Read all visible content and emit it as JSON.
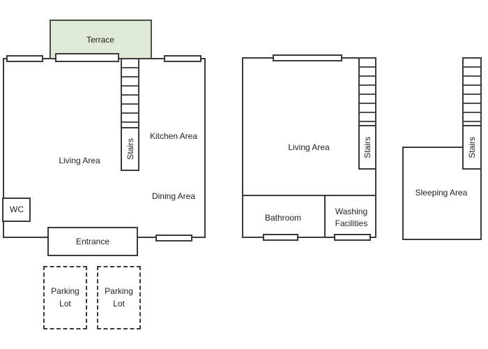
{
  "palette": {
    "background": "#ffffff",
    "wall": "#3a3a3a",
    "tread": "#4e4e4e",
    "terrace_fill": "#dfead8",
    "terrace_border": "#4a4f44",
    "text": "#1f1f1f"
  },
  "floors": {
    "ground": {
      "terrace": "Terrace",
      "living": "Living Area",
      "stairs": "Stairs",
      "kitchen": "Kitchen Area",
      "dining": "Dining Area",
      "wc": "WC",
      "entrance": "Entrance",
      "parking_1": "Parking Lot",
      "parking_2": "Parking Lot"
    },
    "first": {
      "living": "Living Area",
      "stairs": "Stairs",
      "bathroom": "Bathroom",
      "washing": "Washing Facilities"
    },
    "second": {
      "stairs": "Stairs",
      "sleeping": "Sleeping Area"
    }
  }
}
